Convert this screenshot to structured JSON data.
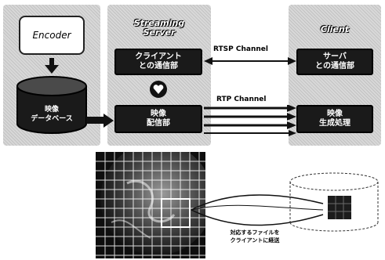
{
  "panels": {
    "streaming_server_title_line1": "Streaming",
    "streaming_server_title_line2": "Server",
    "client_title": "Client"
  },
  "nodes": {
    "encoder": "Encoder",
    "video_database_line1": "映像",
    "video_database_line2": "データベース",
    "client_comm_line1": "クライアント",
    "client_comm_line2": "との通信部",
    "video_delivery_line1": "映像",
    "video_delivery_line2": "配信部",
    "server_comm_line1": "サーバ",
    "server_comm_line2": "との通信部",
    "video_generation_line1": "映像",
    "video_generation_line2": "生成処理"
  },
  "channels": {
    "rtsp": "RTSP Channel",
    "rtp": "RTP Channel"
  },
  "illustration": {
    "caption_line1": "対応するファイルを",
    "caption_line2": "クライアントに経送"
  }
}
